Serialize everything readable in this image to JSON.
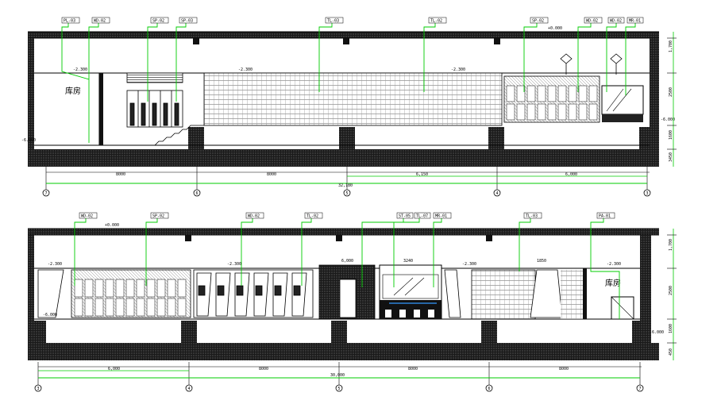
{
  "drawing": {
    "top_elevation": {
      "room_label": "库房",
      "tags": [
        "PL-03",
        "WD-02",
        "SP-02",
        "SP-03",
        "TL-03",
        "TL-02",
        "SP-02",
        "WD-02",
        "WD-02",
        "MR-01"
      ],
      "levels": {
        "ceiling_left": "-2.300",
        "ceiling_mid": "-2.300",
        "ceiling_right": "-2.300",
        "roof_right": "+0.000",
        "floor_left": "-6.000",
        "floor_right": "-6.000"
      },
      "dims_horizontal": [
        "8000",
        "8000",
        "6,150",
        "6,000"
      ],
      "total": "32,180",
      "axis_labels": [
        "7",
        "6",
        "5",
        "4",
        "3"
      ],
      "vertical_dims_right": [
        "1,700",
        "2500",
        "1600",
        "3450"
      ]
    },
    "bottom_elevation": {
      "room_label": "库房",
      "tags": [
        "WD-02",
        "SP-02",
        "WD-02",
        "TL-02",
        "ST-05",
        "TL-07",
        "MR-01",
        "TL-03",
        "PA-01"
      ],
      "levels": {
        "roof_left": "+0.000",
        "ceiling_left": "-2.300",
        "ceiling_mid1": "-2.300",
        "ceiling_mid2": "-2.300",
        "ceiling_right": "-2.300",
        "floor_left": "-6.000",
        "floor_right": "-6.000"
      },
      "dims_horizontal": [
        "6,000",
        "8000",
        "8000",
        "8000"
      ],
      "total": "30,000",
      "axis_labels": [
        "3",
        "4",
        "5",
        "6",
        "7"
      ],
      "dim_notes": [
        "6,000",
        "3240",
        "1850"
      ],
      "vertical_dims_right": [
        "1,700",
        "2500",
        "1600",
        "450"
      ]
    }
  }
}
